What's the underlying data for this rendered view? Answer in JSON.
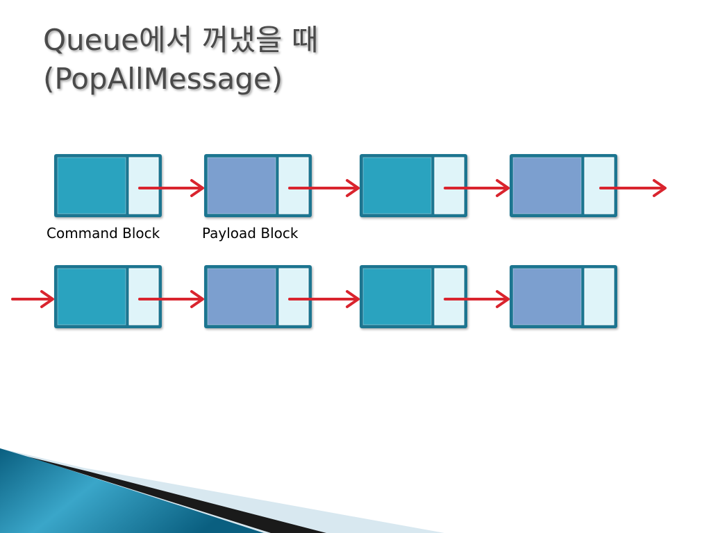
{
  "slide": {
    "title_line1": "Queue에서 꺼냈을 때",
    "title_line2": "(PopAllMessage)"
  },
  "labels": {
    "command_block": "Command Block",
    "payload_block": "Payload Block"
  },
  "diagram": {
    "rows": [
      {
        "name": "row-top",
        "nodes": [
          "command",
          "payload",
          "command",
          "payload"
        ],
        "incoming_arrow": false,
        "outgoing_arrow": true
      },
      {
        "name": "row-bottom",
        "nodes": [
          "command",
          "payload",
          "command",
          "payload"
        ],
        "incoming_arrow": true,
        "outgoing_arrow": false
      }
    ],
    "colors": {
      "command_fill": "#2ba3bf",
      "payload_fill": "#7b9fcf",
      "pointer_fill": "#dff4f9",
      "border": "#1d7590",
      "arrow": "#d9242e"
    }
  },
  "footer": {
    "colors": [
      "#0a5f80",
      "#3aa6c9",
      "#1a1a1a",
      "#d8e8f0"
    ]
  }
}
